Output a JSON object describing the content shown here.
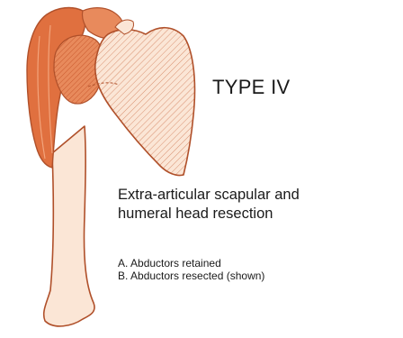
{
  "type_label": "TYPE IV",
  "procedure": {
    "line1": "Extra-articular scapular and",
    "line2": "humeral head resection"
  },
  "options": [
    "A. Abductors retained",
    "B. Abductors resected (shown)"
  ],
  "colors": {
    "bone_fill": "#fbe6d6",
    "bone_outline": "#b0502a",
    "muscle": "#e0703f",
    "hatch": "#d89070",
    "text": "#1a1a1a"
  }
}
